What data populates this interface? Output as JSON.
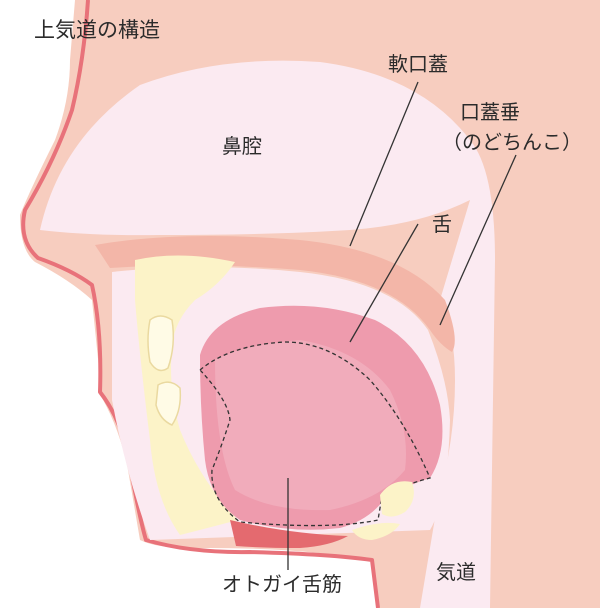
{
  "title": "上気道の構造",
  "labels": {
    "nasal_cavity": "鼻腔",
    "soft_palate": "軟口蓋",
    "uvula": "口蓋垂",
    "uvula_reading": "（のどちんこ）",
    "tongue": "舌",
    "genioglossus": "オトガイ舌筋",
    "airway": "気道"
  },
  "colors": {
    "skin": "#f7cdbf",
    "skin_outline": "#e8727a",
    "inner_mucosa": "#f3b6a8",
    "cavity": "#fbeaf1",
    "bone_cream": "#fcf3c8",
    "tooth": "#fffbe6",
    "tongue": "#ee9bad",
    "tongue_light": "#f3b8c4",
    "muscle_red": "#e46a6f",
    "leader_line": "#333333"
  }
}
